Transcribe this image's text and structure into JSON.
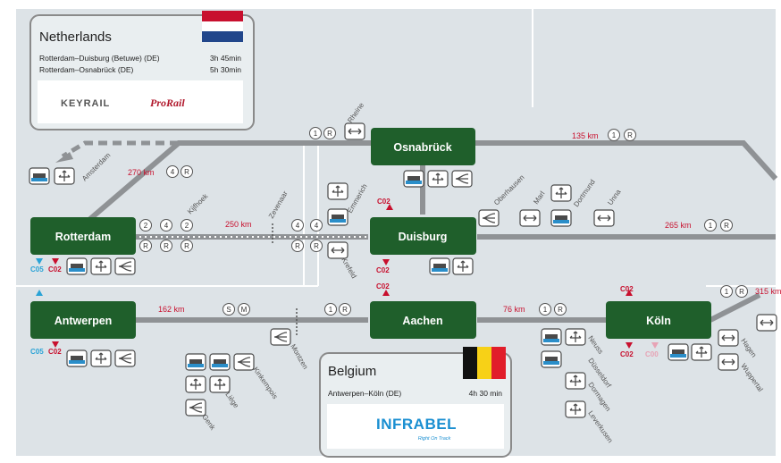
{
  "colors": {
    "background": "#dde3e7",
    "rail": "#8f9295",
    "node": "#1f5f2b",
    "node_text": "#ffffff",
    "co2": "#c8102e",
    "co5": "#2aa3d6",
    "panel_bg": "#e9eef0",
    "panel_border": "#8a8a8a",
    "km_text": "#c8102e",
    "city_label": "#555555",
    "icon_blue": "#2a8ec9"
  },
  "netherlands_panel": {
    "title": "Netherlands",
    "routes": [
      {
        "route": "Rotterdam–Duisburg (Betuwe) (DE)",
        "time": "3h 45min"
      },
      {
        "route": "Rotterdam–Osnabrück (DE)",
        "time": "5h 30min"
      }
    ],
    "logo1": "KEYRAIL",
    "logo2": "ProRail"
  },
  "belgium_panel": {
    "title": "Belgium",
    "routes": [
      {
        "route": "Antwerpen–Köln (DE)",
        "time": "4h 30 min"
      }
    ],
    "logo": "INFRABEL",
    "logo_tagline": "Right On Track"
  },
  "nodes": {
    "rotterdam": "Rotterdam",
    "antwerpen": "Antwerpen",
    "osnabrueck": "Osnabrück",
    "duisburg": "Duisburg",
    "aachen": "Aachen",
    "koeln": "Köln"
  },
  "distances": {
    "d270": "270 km",
    "d250": "250 km",
    "d135": "135 km",
    "d265": "265 km",
    "d162": "162 km",
    "d76": "76 km",
    "d315": "315 km"
  },
  "badges": {
    "n1": "1",
    "n2": "2",
    "n4": "4",
    "R": "R",
    "S": "S",
    "M": "M"
  },
  "emission": {
    "co2": "C02",
    "co5": "C05",
    "co0": "C00"
  },
  "cities": {
    "amsterdam": "Amsterdam",
    "kijfhoek": "Kijfhoek",
    "zevenaar": "Zevenaar",
    "emmerich": "Emmerich",
    "rheine": "Rheine",
    "oberhausen": "Oberhausen",
    "marl": "Marl",
    "dortmund": "Dortmund",
    "unna": "Unna",
    "krefeld": "Krefeld",
    "montzen": "Montzen",
    "liege": "Liège",
    "kinkempois": "Kinkempois",
    "genk": "Genk",
    "neuss": "Neuss",
    "duesseldorf": "Düsseldorf",
    "dormagen": "Dormagen",
    "leverkusen": "Leverkusen",
    "hagen": "Hagen",
    "wuppertal": "Wuppertal"
  }
}
